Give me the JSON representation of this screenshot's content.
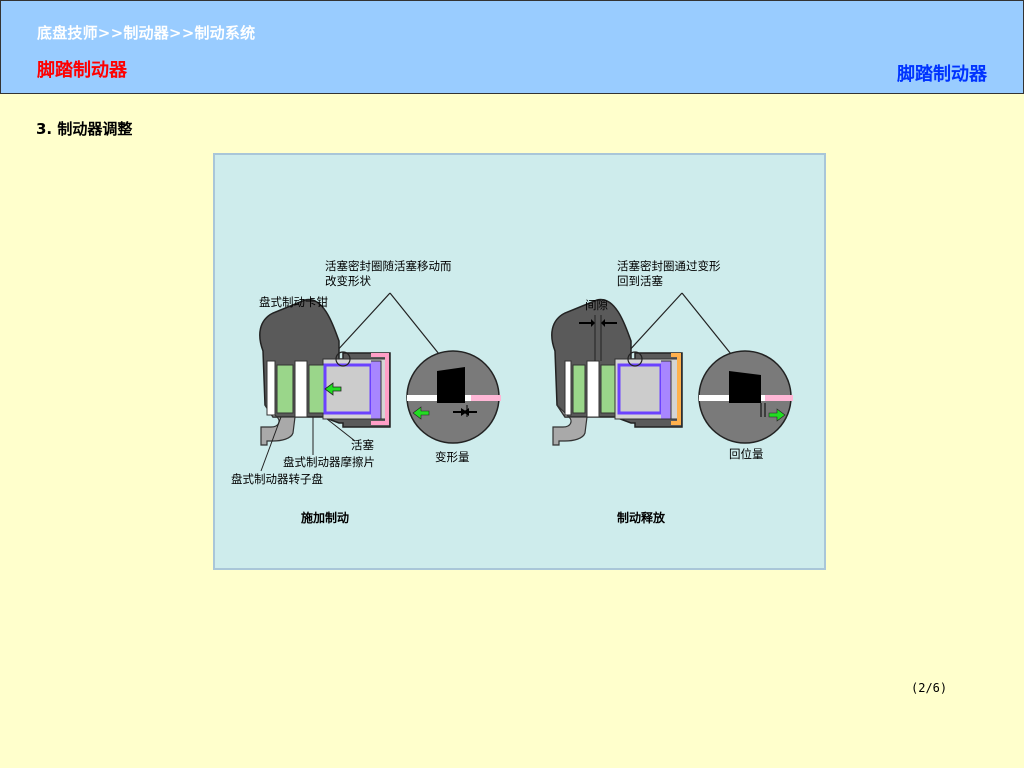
{
  "header": {
    "breadcrumb": "底盘技师>>制动器>>制动系统",
    "title_left": "脚踏制动器",
    "title_right": "脚踏制动器"
  },
  "section": {
    "heading": "3.  制动器调整"
  },
  "figure": {
    "left": {
      "seal_label_line1": "活塞密封圈随活塞移动而",
      "seal_label_line2": "改变形状",
      "caliper_label": "盘式制动卡钳",
      "piston_label": "活塞",
      "pad_label": "盘式制动器摩擦片",
      "rotor_label": "盘式制动器转子盘",
      "deform_label": "变形量",
      "caption": "施加制动"
    },
    "right": {
      "seal_label_line1": "活塞密封圈通过变形",
      "seal_label_line2": "回到活塞",
      "gap_label": "间隙",
      "return_label": "回位量",
      "caption": "制动释放"
    }
  },
  "footer": {
    "page_indicator": "(2/6)"
  },
  "colors": {
    "header_bg": "#99ccff",
    "page_bg": "#ffffcc",
    "figure_bg": "#ceecec",
    "title_red": "#ff0000",
    "title_blue": "#0033ff"
  }
}
